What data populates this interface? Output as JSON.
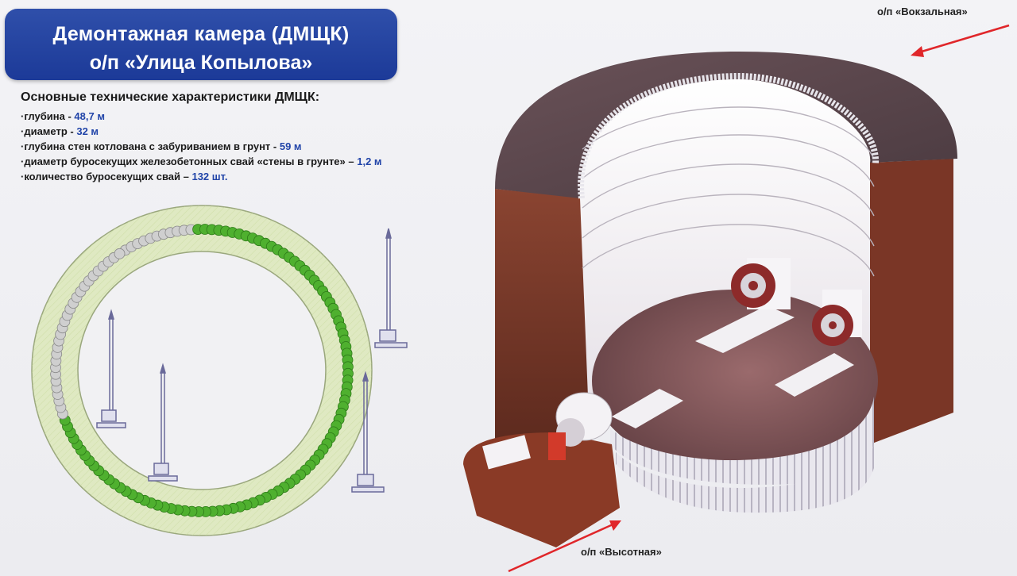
{
  "title": {
    "line1": "Демонтажная камера (ДМЩК)",
    "line2": "о/п «Улица Копылова»"
  },
  "specs": {
    "heading": "Основные технические характеристики ДМЩК:",
    "items": [
      {
        "label": "·глубина - ",
        "value": "48,7 м"
      },
      {
        "label": "·диаметр - ",
        "value": "32 м"
      },
      {
        "label": "·глубина стен котлована с забуриванием в грунт - ",
        "value": "59 м"
      },
      {
        "label": "·диаметр буросекущих железобетонных свай «стены в грунте» – ",
        "value": "1,2 м"
      },
      {
        "label": "·количество буросекущих свай – ",
        "value": "132 шт."
      }
    ]
  },
  "labels": {
    "top_right": "о/п «Вокзальная»",
    "bottom": "о/п «Высотная»"
  },
  "colors": {
    "title_bg": "#1f3d9c",
    "accent_value": "#2144a8",
    "ring_fill": "#dfe9c2",
    "pile_green": "#4fb02f",
    "pile_grey": "#cfcfcf",
    "arrow_red": "#e0262a",
    "earth_brown": "#7a3b2a"
  }
}
